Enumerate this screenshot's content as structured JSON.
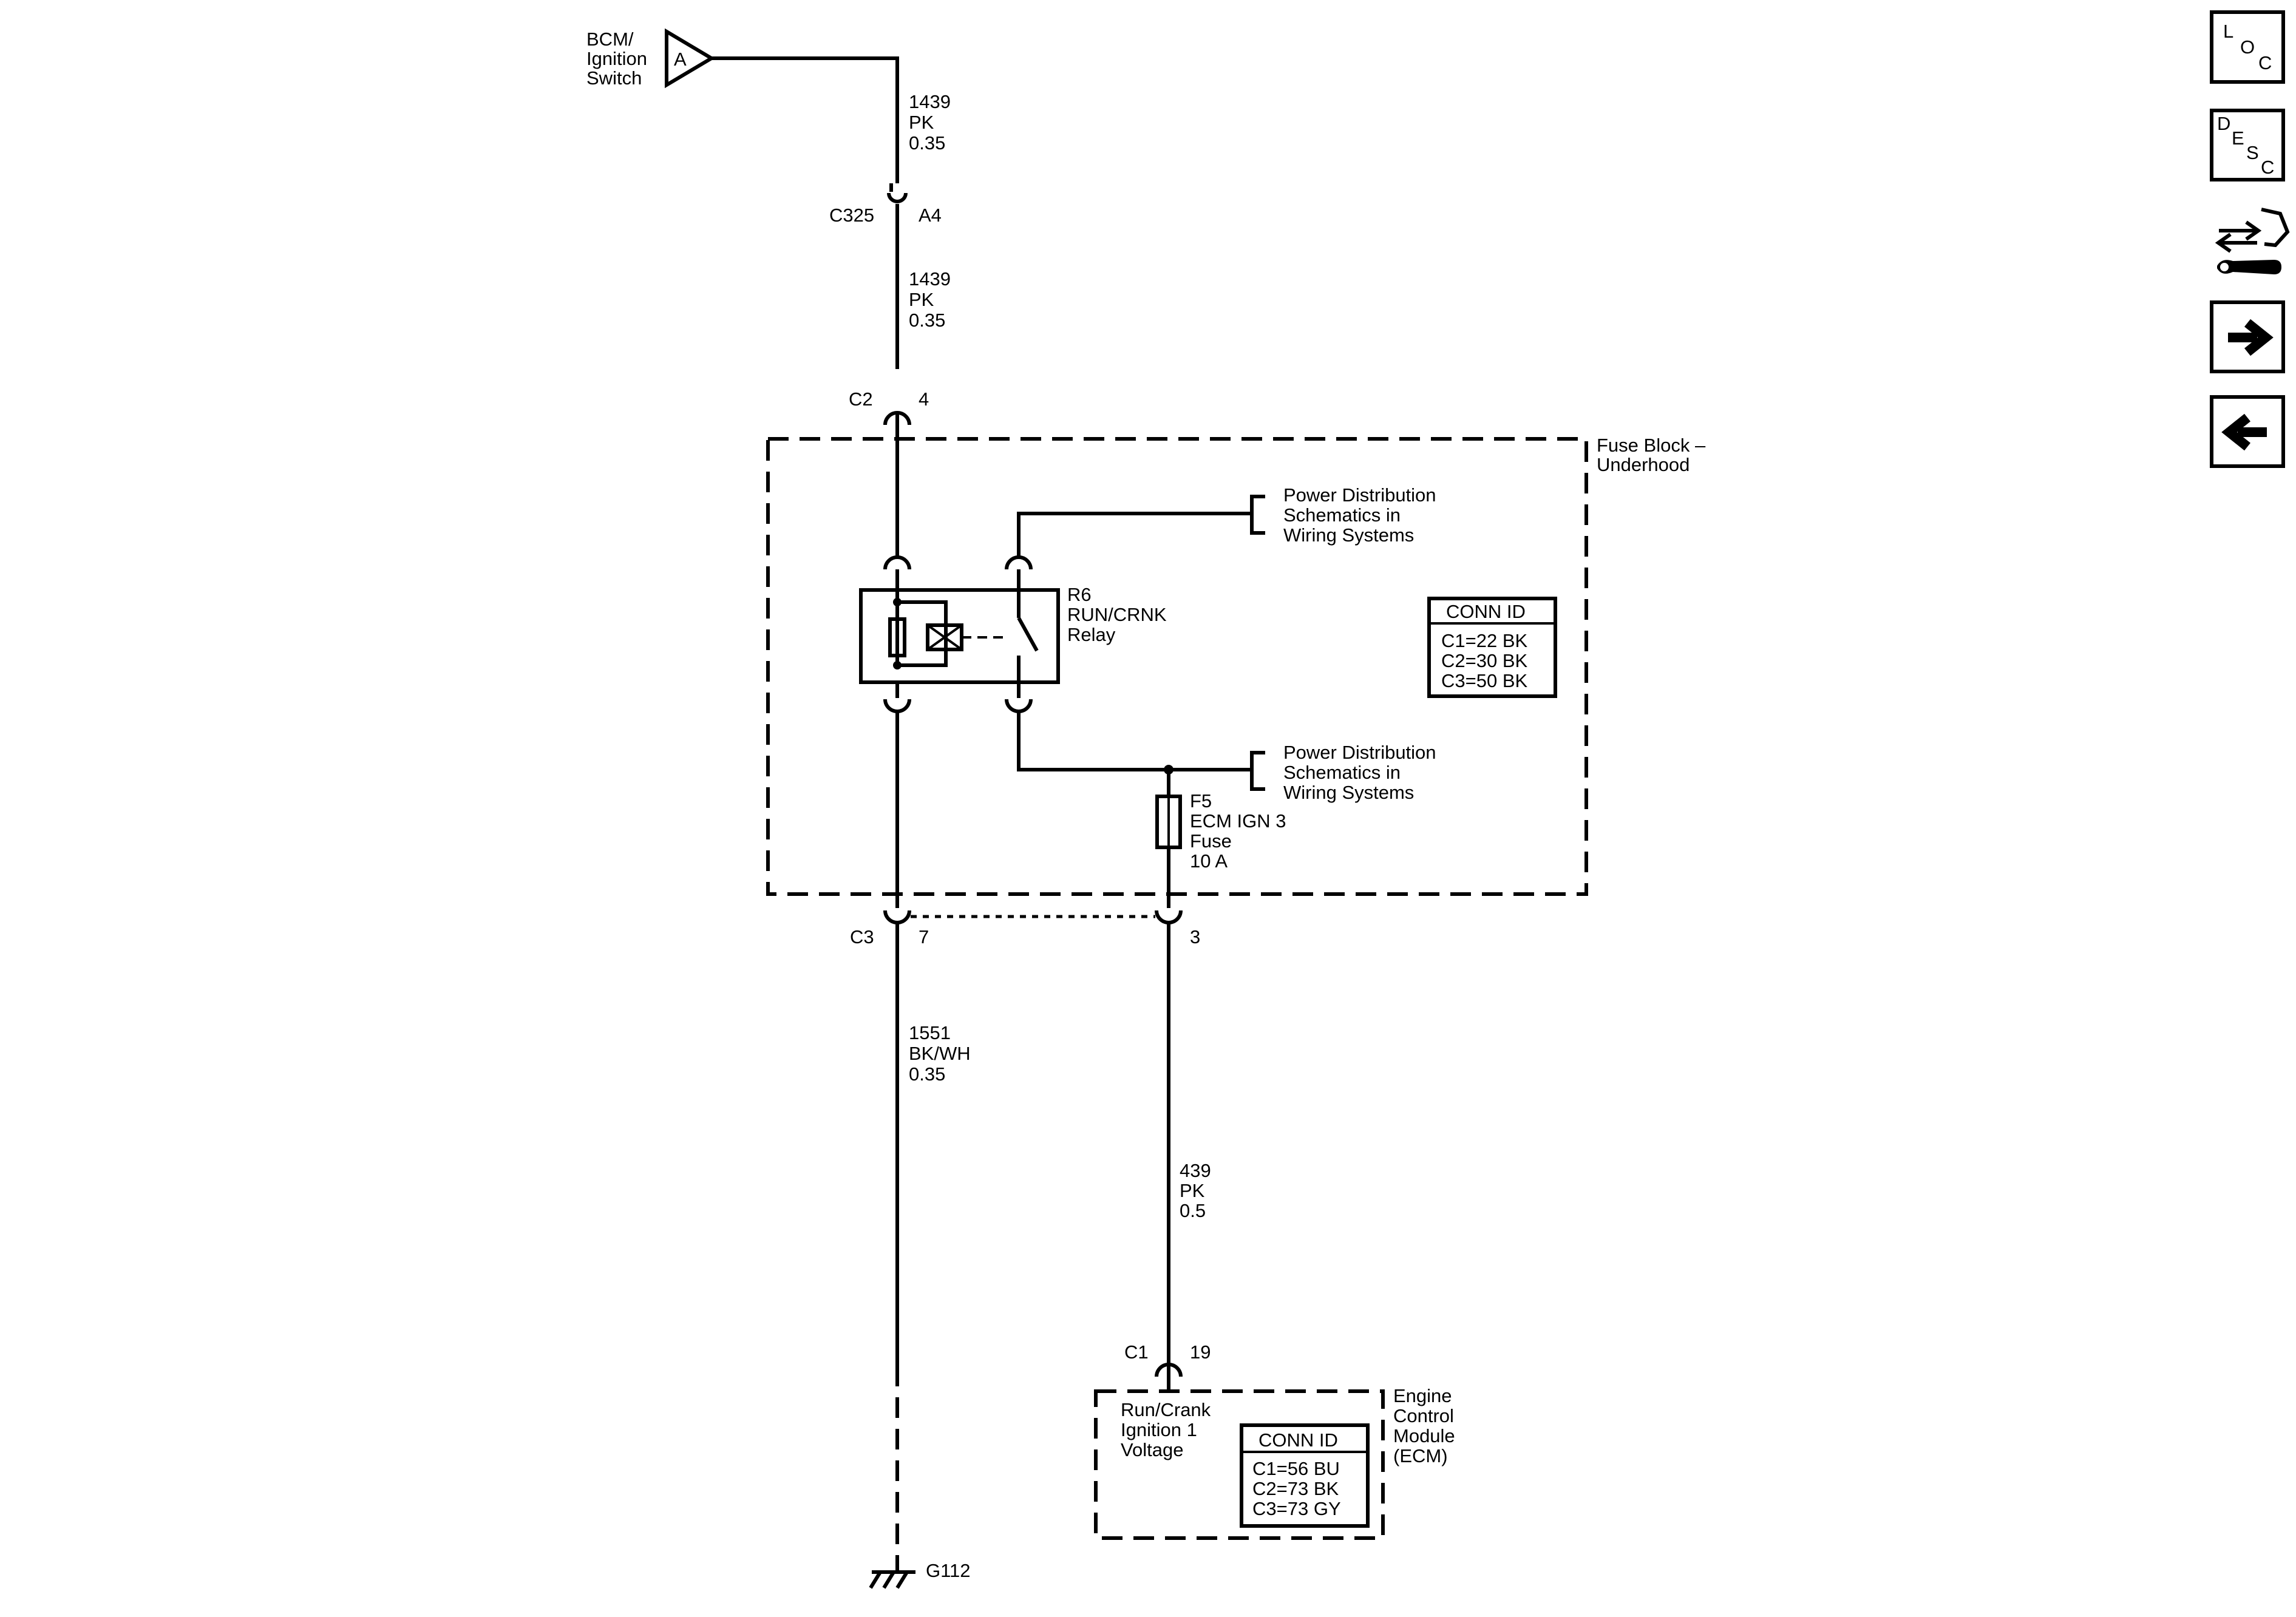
{
  "source": {
    "label_line1": "BCM/",
    "label_line2": "Ignition",
    "label_line3": "Switch",
    "marker": "A"
  },
  "wires": {
    "w1439_top": {
      "number": "1439",
      "color": "PK",
      "gauge": "0.35"
    },
    "w1439_mid": {
      "number": "1439",
      "color": "PK",
      "gauge": "0.35"
    },
    "w1551": {
      "number": "1551",
      "color": "BK/WH",
      "gauge": "0.35"
    },
    "w439": {
      "number": "439",
      "color": "PK",
      "gauge": "0.5"
    }
  },
  "connectors": {
    "c325": {
      "name": "C325",
      "pin": "A4"
    },
    "c2": {
      "name": "C2",
      "pin": "4"
    },
    "c3_left": {
      "name": "C3",
      "pin": "7"
    },
    "c3_right": {
      "pin": "3"
    },
    "ecm_c1": {
      "name": "C1",
      "pin": "19"
    }
  },
  "fuse_block": {
    "title_line1": "Fuse Block –",
    "title_line2": "Underhood",
    "conn_id": {
      "header": "CONN ID",
      "rows": [
        "C1=22 BK",
        "C2=30 BK",
        "C3=50 BK"
      ]
    }
  },
  "relay": {
    "id": "R6",
    "name": "RUN/CRNK",
    "type": "Relay"
  },
  "power_distribution": {
    "top": [
      "Power Distribution",
      "Schematics in",
      "Wiring Systems"
    ],
    "bottom": [
      "Power Distribution",
      "Schematics in",
      "Wiring Systems"
    ]
  },
  "fuse": {
    "id": "F5",
    "name": "ECM IGN 3",
    "type": "Fuse",
    "rating": "10 A"
  },
  "ecm": {
    "title": [
      "Engine",
      "Control",
      "Module",
      "(ECM)"
    ],
    "circuit": [
      "Run/Crank",
      "Ignition 1",
      "Voltage"
    ],
    "conn_id": {
      "header": "CONN ID",
      "rows": [
        "C1=56 BU",
        "C2=73 BK",
        "C3=73 GY"
      ]
    }
  },
  "ground": {
    "name": "G112"
  },
  "nav_buttons": {
    "loc": [
      "L",
      "O",
      "C"
    ],
    "desc": [
      "D",
      "E",
      "S",
      "C"
    ]
  }
}
